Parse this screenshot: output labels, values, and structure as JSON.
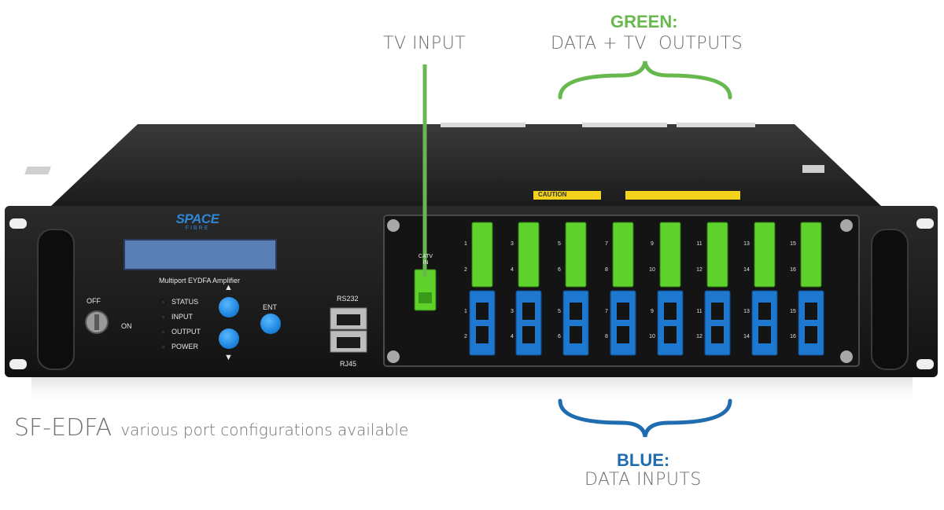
{
  "labels": {
    "tv_input": "TV INPUT",
    "green_title": "GREEN:",
    "green_sub": "DATA + TV  OUTPUTS",
    "blue_title": "BLUE:",
    "blue_sub": "DATA INPUTS",
    "product_name": "SF-EDFA",
    "product_desc": "various port configurations available"
  },
  "device": {
    "brand_top": "SPACE",
    "brand_bottom": "FIBRE",
    "model": "Multiport EYDFA Amplifier",
    "off": "OFF",
    "on": "ON",
    "ent": "ENT",
    "leds": [
      "STATUS",
      "INPUT",
      "OUTPUT",
      "POWER"
    ],
    "rs232": "RS232",
    "rj45": "RJ45",
    "catv_line1": "CATV",
    "catv_line2": "IN",
    "caution_label": "CAUTION",
    "port_pairs": [
      [
        "1",
        "2"
      ],
      [
        "3",
        "4"
      ],
      [
        "5",
        "6"
      ],
      [
        "7",
        "8"
      ],
      [
        "9",
        "10"
      ],
      [
        "11",
        "12"
      ],
      [
        "13",
        "14"
      ],
      [
        "15",
        "16"
      ]
    ]
  },
  "colors": {
    "green": "#67b94f",
    "blue": "#1f6cb0",
    "port_green": "#5ed12a",
    "port_blue": "#1e78d0"
  }
}
